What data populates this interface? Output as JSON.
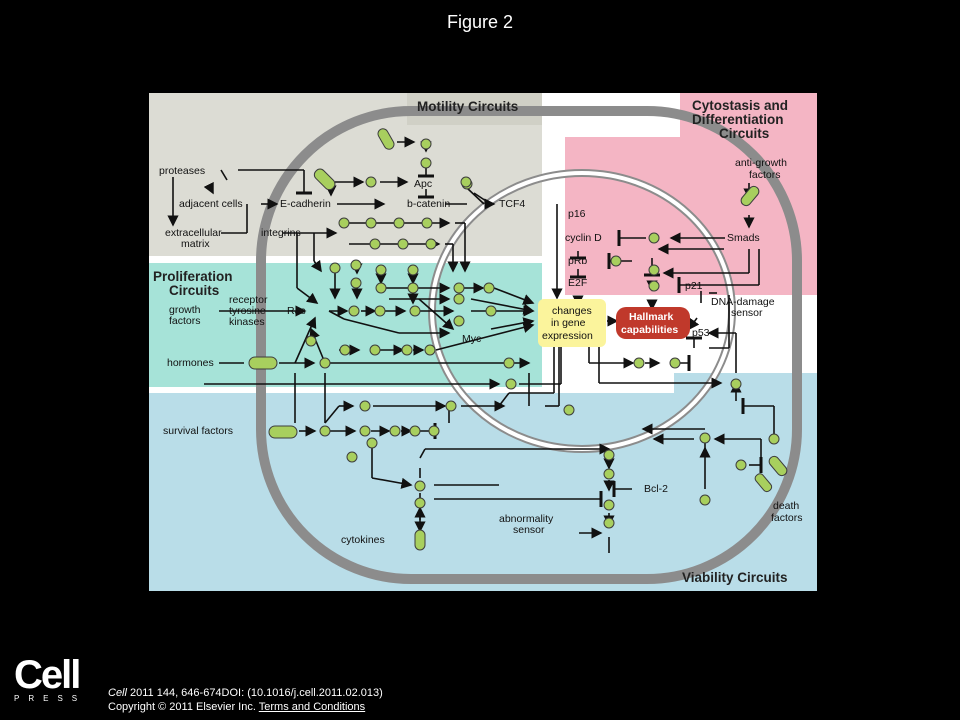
{
  "page": {
    "title": "Figure 2"
  },
  "figure": {
    "headers": {
      "motility": "Motility Circuits",
      "cytostasis_1": "Cytostasis and",
      "cytostasis_2": "Differentiation",
      "cytostasis_3": "Circuits",
      "proliferation_1": "Proliferation",
      "proliferation_2": "Circuits",
      "viability": "Viability Circuits"
    },
    "labels": {
      "proteases": "proteases",
      "adjacent_cells": "adjacent cells",
      "extracellular_1": "extracellular",
      "extracellular_2": "matrix",
      "e_cadherin": "E-cadherin",
      "integrins": "integrins",
      "apc": "Apc",
      "b_catenin": "b-catenin",
      "tcf4": "TCF4",
      "p16": "p16",
      "cyclin_d": "cyclin D",
      "prb": "pRb",
      "e2f": "E2F",
      "smads": "Smads",
      "anti_growth_1": "anti-growth",
      "anti_growth_2": "factors",
      "p21": "p21",
      "dna_damage_1": "DNA-damage",
      "dna_damage_2": "sensor",
      "p53": "p53",
      "receptor_1": "receptor",
      "receptor_2": "tyrosine",
      "receptor_3": "kinases",
      "growth_1": "growth",
      "growth_2": "factors",
      "ras": "Ras",
      "myc": "Myc",
      "hormones": "hormones",
      "changes_1": "changes",
      "changes_2": "in gene",
      "changes_3": "expression",
      "hallmark_1": "Hallmark",
      "hallmark_2": "capabilities",
      "survival_factors": "survival factors",
      "bcl2": "Bcl-2",
      "abnormality_1": "abnormality",
      "abnormality_2": "sensor",
      "cytokines": "cytokines",
      "death_1": "death",
      "death_2": "factors"
    },
    "colors": {
      "motility": "#dcdcd4",
      "cytostasis": "#f4b5c4",
      "proliferation": "#a6e3d8",
      "viability": "#b9dde8",
      "node": "#a8cf5e",
      "changes_box": "#fbf49c",
      "hallmark_box": "#c0392b",
      "membrane": "#8c8c8c"
    }
  },
  "logo": {
    "main": "Cell",
    "sub": "PRESS"
  },
  "citation": {
    "journal": "Cell",
    "ref": " 2011 144, 646-674DOI: (10.1016/j.cell.2011.02.013)",
    "copyright": "Copyright © 2011 Elsevier Inc.",
    "link": "Terms and Conditions"
  }
}
